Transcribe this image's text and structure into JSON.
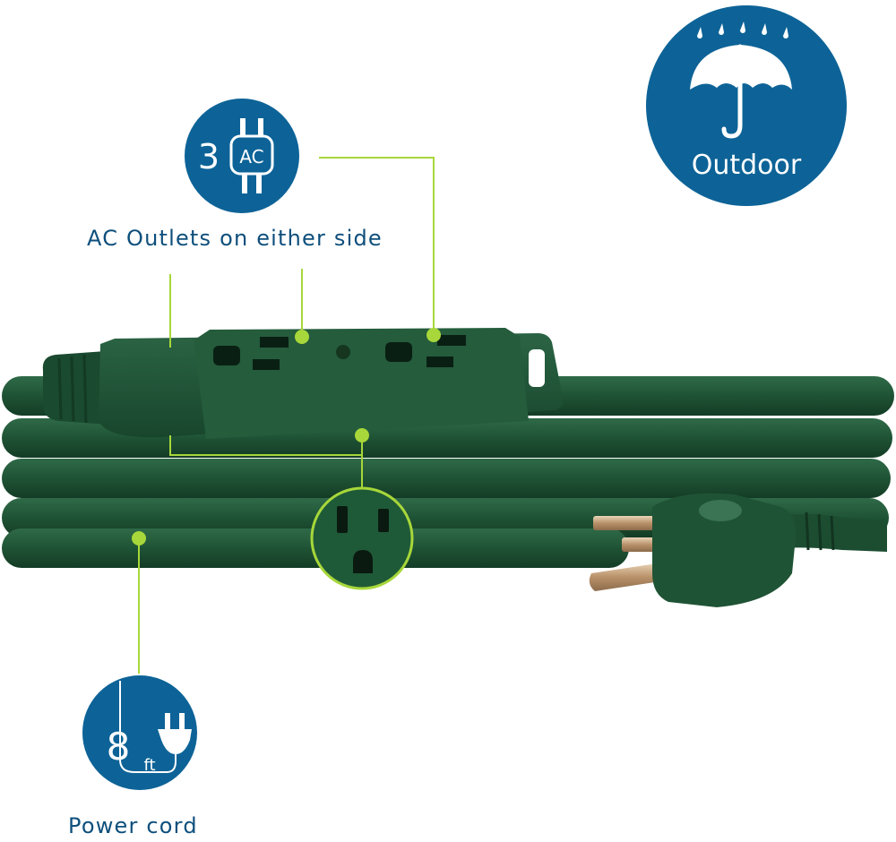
{
  "badges": {
    "outdoor": {
      "label": "Outdoor",
      "icon": "umbrella-rain-icon"
    },
    "outlets": {
      "count": "3",
      "unit": "AC",
      "icon": "plug-outline-icon"
    },
    "cord": {
      "length": "8",
      "unit": "ft",
      "icon": "plug-cord-icon"
    }
  },
  "captions": {
    "outlets": "AC Outlets on either side",
    "cord": "Power cord"
  },
  "colors": {
    "badge_blue": "#0d6397",
    "caption_blue": "#0e4f7c",
    "callout_green": "#a7d73a",
    "cord_green": "#1f5335"
  }
}
